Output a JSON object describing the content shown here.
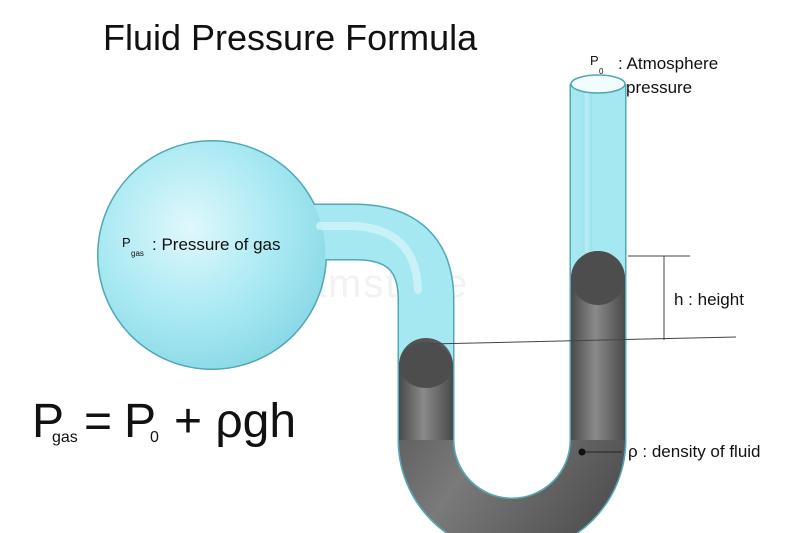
{
  "title": "Fluid Pressure Formula",
  "labels": {
    "p0_symbol": "P",
    "p0_subscript": "0",
    "atmosphere_line1": ": Atmosphere",
    "atmosphere_line2": "pressure",
    "pgas_symbol": "P",
    "pgas_subscript": "gas",
    "pgas_text": ": Pressure of gas",
    "height_text": "h : height",
    "density_text": "ρ : density of fluid"
  },
  "formula": {
    "lhs_symbol": "P",
    "lhs_subscript": "gas",
    "equals": "=",
    "p_symbol": "P",
    "p_subscript": "0",
    "rest": "+ ρgh"
  },
  "watermark": "dreamstime",
  "colors": {
    "gas_fill": "#a6e8f2",
    "glass_outline": "#4fa7b8",
    "fluid_dark": "#4a4a4a",
    "fluid_light": "#8a8a8a",
    "line": "#444444"
  }
}
